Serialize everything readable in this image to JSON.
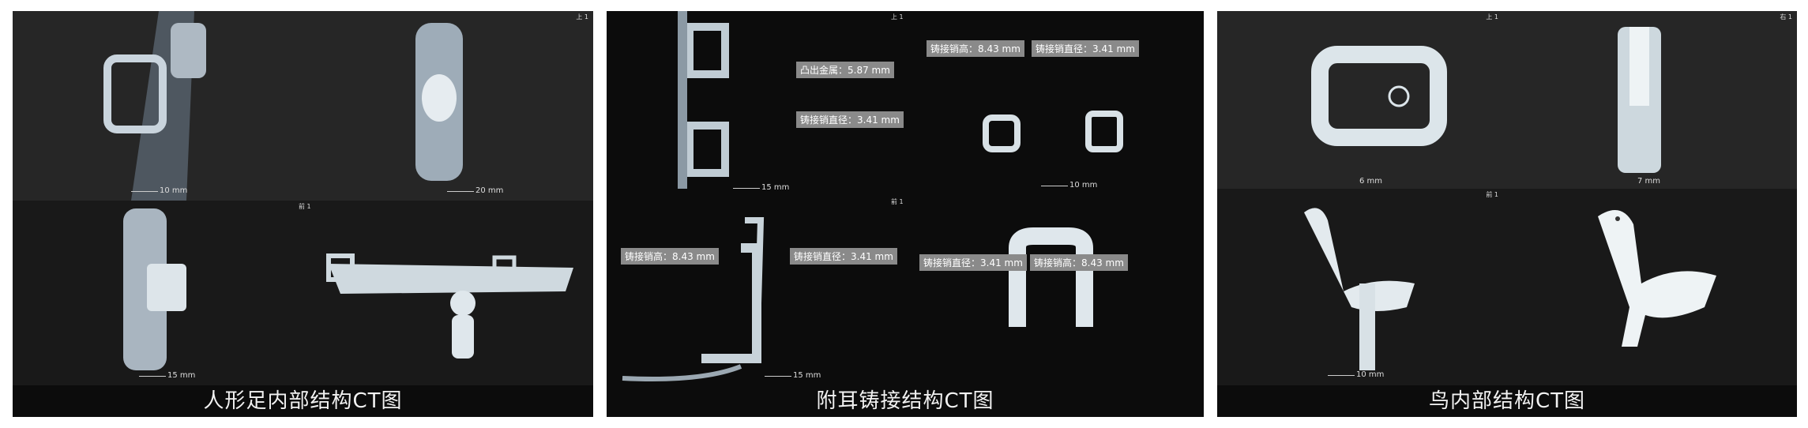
{
  "panels": [
    {
      "caption": "人形足内部结构CT图",
      "view_tags": [
        "上 1",
        "前 1"
      ],
      "scales": [
        "10 mm",
        "20 mm",
        "15 mm"
      ]
    },
    {
      "caption": "附耳铸接结构CT图",
      "view_tags": [
        "上 1",
        "前 1"
      ],
      "scales": [
        "15 mm",
        "10 mm",
        "15 mm"
      ],
      "labels": {
        "bump_metal": "凸出金属：5.87 mm",
        "pin_dia_1": "铸接销直径：3.41 mm",
        "pin_height_1": "铸接销高：8.43 mm",
        "pin_dia_2": "铸接销直径：3.41 mm",
        "pin_height_2": "铸接销高：8.43 mm",
        "pin_dia_3": "铸接销直径：3.41 mm",
        "pin_dia_4": "铸接销直径：3.41 mm",
        "pin_height_3": "铸接销高：8.43 mm"
      }
    },
    {
      "caption": "鸟内部结构CT图",
      "view_tags": [
        "上 1",
        "右 1",
        "前 1"
      ],
      "scales": [
        "6 mm",
        "7 mm",
        "10 mm"
      ]
    }
  ]
}
